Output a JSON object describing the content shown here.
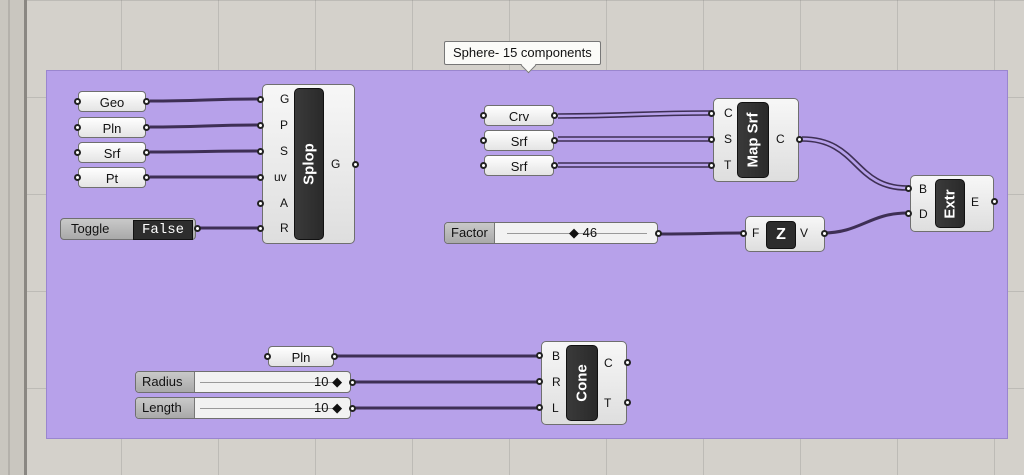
{
  "group": {
    "tooltip": "Sphere- 15 components"
  },
  "splop": {
    "inputs": [
      "Geo",
      "Pln",
      "Srf",
      "Pt"
    ],
    "name": "Splop",
    "in_ports": [
      "G",
      "P",
      "S",
      "uv",
      "A",
      "R"
    ],
    "out_ports": [
      "G"
    ],
    "toggle": {
      "label": "Toggle",
      "value": "False"
    }
  },
  "mapsrf": {
    "inputs": [
      "Crv",
      "Srf",
      "Srf"
    ],
    "name": "Map Srf",
    "in_ports": [
      "C",
      "S",
      "T"
    ],
    "out_ports": [
      "C"
    ]
  },
  "extr": {
    "name": "Extr",
    "in_ports": [
      "B",
      "D"
    ],
    "out_ports": [
      "E"
    ]
  },
  "factor": {
    "label": "Factor",
    "value": "◆ 46"
  },
  "zvec": {
    "name": "Z",
    "in_ports": [
      "F"
    ],
    "out_ports": [
      "V"
    ]
  },
  "cone": {
    "plane_label": "Pln",
    "radius": {
      "label": "Radius",
      "value": "10 ◆"
    },
    "length": {
      "label": "Length",
      "value": "10 ◆"
    },
    "name": "Cone",
    "in_ports": [
      "B",
      "R",
      "L"
    ],
    "out_ports": [
      "C",
      "T"
    ]
  },
  "colors": {
    "group_fill": "#b7a1ea",
    "wire": "#3e2f55",
    "canvas": "#d4d1cb"
  }
}
